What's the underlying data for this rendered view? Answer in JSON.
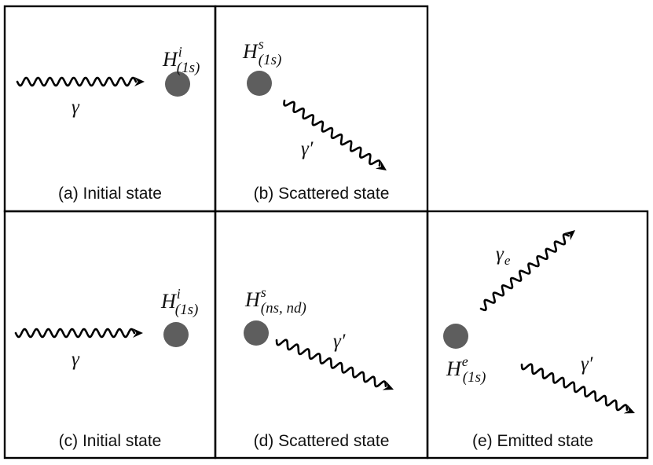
{
  "colors": {
    "atom": "#5e5e5e",
    "line": "#000000",
    "text": "#111111"
  },
  "panels": [
    {
      "id": "a",
      "caption": "(a) Initial state",
      "photons": [
        {
          "symbol": "γ",
          "subscript": ""
        }
      ],
      "atom": {
        "symbol": "H",
        "superscript": "i",
        "subscript": "(1s)"
      }
    },
    {
      "id": "b",
      "caption": "(b) Scattered state",
      "photons": [
        {
          "symbol": "γ′",
          "subscript": ""
        }
      ],
      "atom": {
        "symbol": "H",
        "superscript": "s",
        "subscript": "(1s)"
      }
    },
    {
      "id": "c",
      "caption": "(c) Initial state",
      "photons": [
        {
          "symbol": "γ",
          "subscript": ""
        }
      ],
      "atom": {
        "symbol": "H",
        "superscript": "i",
        "subscript": "(1s)"
      }
    },
    {
      "id": "d",
      "caption": "(d) Scattered state",
      "photons": [
        {
          "symbol": "γ′",
          "subscript": ""
        }
      ],
      "atom": {
        "symbol": "H",
        "superscript": "s",
        "subscript": "(ns, nd)"
      }
    },
    {
      "id": "e",
      "caption": "(e) Emitted state",
      "photons": [
        {
          "symbol": "γ",
          "subscript": "e"
        },
        {
          "symbol": "γ′",
          "subscript": ""
        }
      ],
      "atom": {
        "symbol": "H",
        "superscript": "e",
        "subscript": "(1s)"
      }
    }
  ]
}
